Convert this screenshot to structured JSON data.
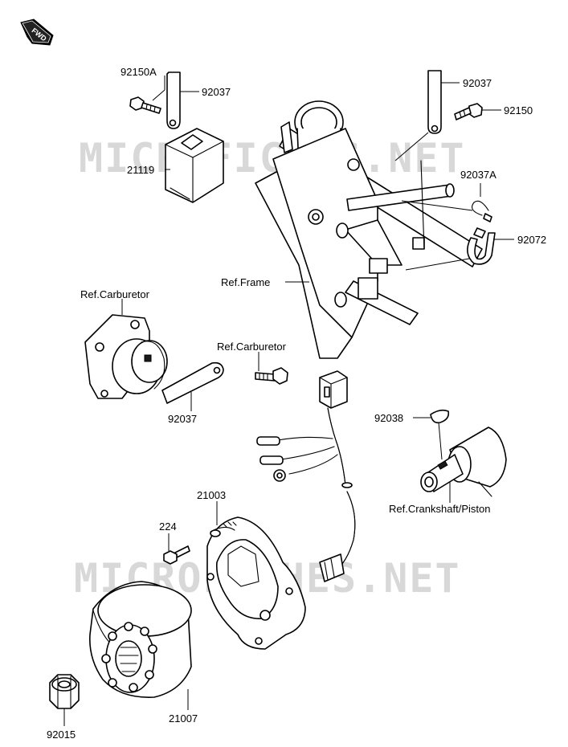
{
  "fwd_label": "FWD",
  "watermark": "MICROFICHES.NET",
  "labels": {
    "p92150A": "92150A",
    "p92037_top_left": "92037",
    "p21119": "21119",
    "p92037_top_right": "92037",
    "p92150": "92150",
    "p92037A": "92037A",
    "p92072": "92072",
    "ref_frame": "Ref.Frame",
    "ref_carburetor_left": "Ref.Carburetor",
    "ref_carburetor_right": "Ref.Carburetor",
    "p92037_mid": "92037",
    "p92038": "92038",
    "ref_crankshaft": "Ref.Crankshaft/Piston",
    "p21003": "21003",
    "p224": "224",
    "p21007": "21007",
    "p92015": "92015"
  }
}
